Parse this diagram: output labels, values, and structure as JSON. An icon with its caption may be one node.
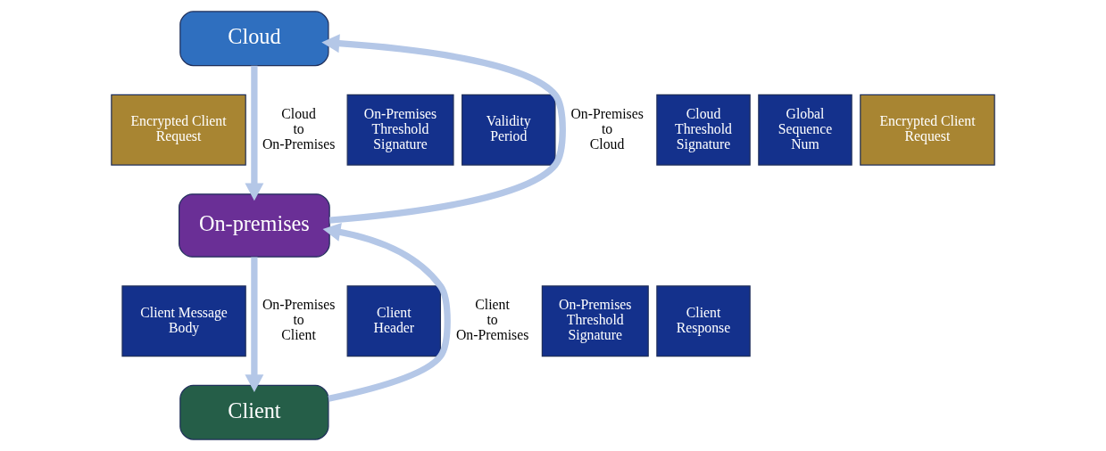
{
  "diagram": {
    "nodes": [
      {
        "text": [
          "Cloud"
        ]
      },
      {
        "text": [
          "On-Premises Threshold Signature"
        ]
      },
      {
        "text": [
          "Validity Period"
        ]
      },
      {
        "text": [
          "Encrypted Client Request"
        ]
      },
      {
        "text": [
          "Cloud Threshold Signature"
        ]
      },
      {
        "text": [
          "Global Sequence Num"
        ]
      },
      {
        "text": [
          "Encrypted Client Request"
        ]
      },
      {
        "text": [
          "On-premises"
        ]
      },
      {
        "text": [
          "Client Header"
        ]
      },
      {
        "text": [
          "Client Message Body"
        ]
      },
      {
        "text": [
          "On-Premises Threshold Signature"
        ]
      },
      {
        "text": [
          "Client Response"
        ]
      },
      {
        "text": [
          "Client"
        ]
      }
    ],
    "edges": [
      {
        "from": 7,
        "to": 0,
        "arrow": "to",
        "label": "On-Premises to Cloud"
      },
      {
        "from": 0,
        "to": 7,
        "arrow": "to",
        "label": "Cloud to On-Premises"
      },
      {
        "from": 12,
        "to": 7,
        "arrow": "to",
        "label": "Client to On-Premises"
      },
      {
        "from": 7,
        "to": 12,
        "arrow": "to",
        "label": "On-Premises to Client"
      }
    ]
  }
}
